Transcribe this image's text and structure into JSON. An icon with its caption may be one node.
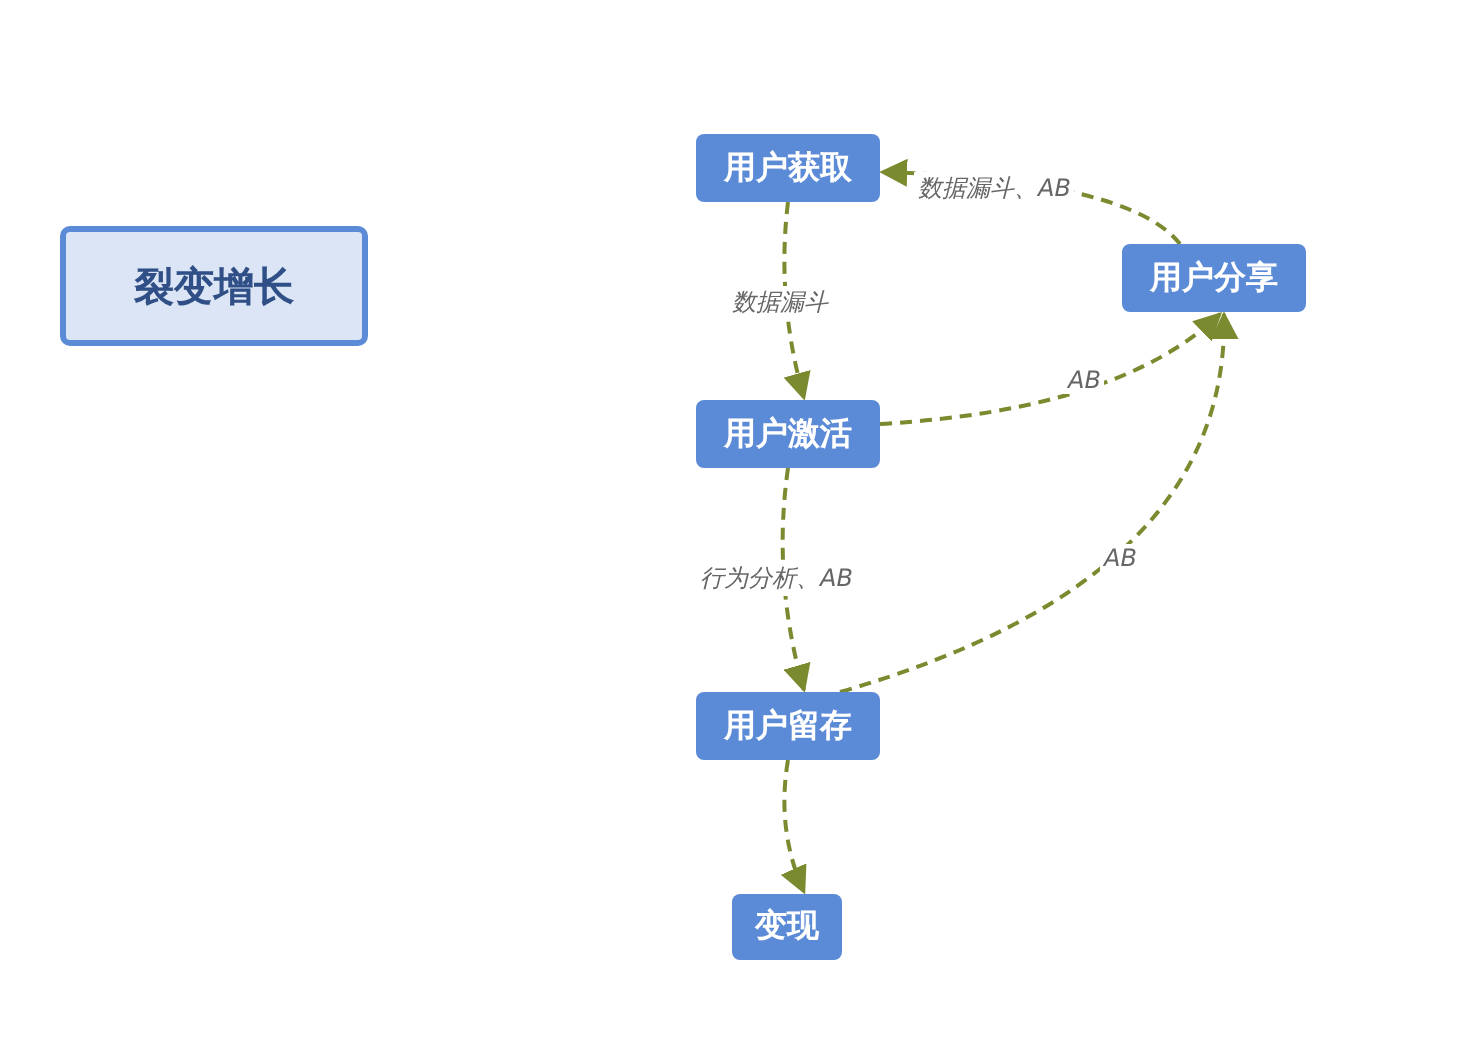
{
  "diagram": {
    "nodes": [
      {
        "text": [
          "裂变增长"
        ]
      },
      {
        "text": [
          "用户获取"
        ]
      },
      {
        "text": [
          "用户分享"
        ]
      },
      {
        "text": [
          "用户激活"
        ]
      },
      {
        "text": [
          "用户留存"
        ]
      },
      {
        "text": [
          "变现"
        ]
      }
    ],
    "edges": [
      {
        "from": 1,
        "to": 3,
        "arrow": "to",
        "label": "数据漏斗",
        "style": "dashed"
      },
      {
        "from": 3,
        "to": 4,
        "arrow": "to",
        "label": "行为分析、AB",
        "style": "dashed"
      },
      {
        "from": 4,
        "to": 5,
        "arrow": "to",
        "style": "dashed"
      },
      {
        "from": 3,
        "to": 2,
        "arrow": "to",
        "label": "AB",
        "style": "dashed"
      },
      {
        "from": 4,
        "to": 2,
        "arrow": "to",
        "label": "AB",
        "style": "dashed"
      },
      {
        "from": 2,
        "to": 1,
        "arrow": "to",
        "label": "数据漏斗、AB",
        "style": "dashed"
      }
    ]
  }
}
